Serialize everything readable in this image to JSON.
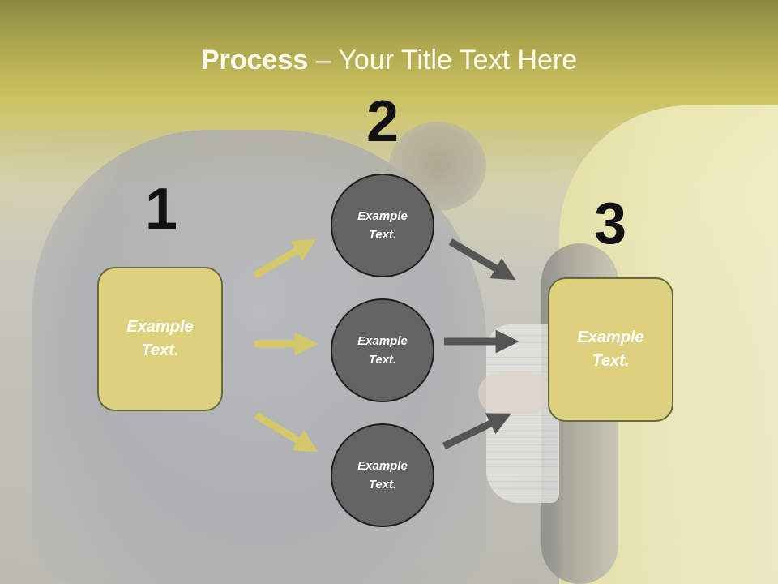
{
  "title": {
    "bold": "Process",
    "rest": " – Your Title Text Here"
  },
  "steps": [
    {
      "number": "1",
      "label": "Example\nText."
    },
    {
      "number": "2",
      "items": [
        "Example\nText.",
        "Example\nText.",
        "Example\nText."
      ]
    },
    {
      "number": "3",
      "label": "Example\nText."
    }
  ],
  "colors": {
    "box_fill": "#ddd17e",
    "circle_fill": "#636363",
    "arrow_in": "#d4c86a",
    "arrow_out": "#555555",
    "title_band": "#c9c05e"
  }
}
